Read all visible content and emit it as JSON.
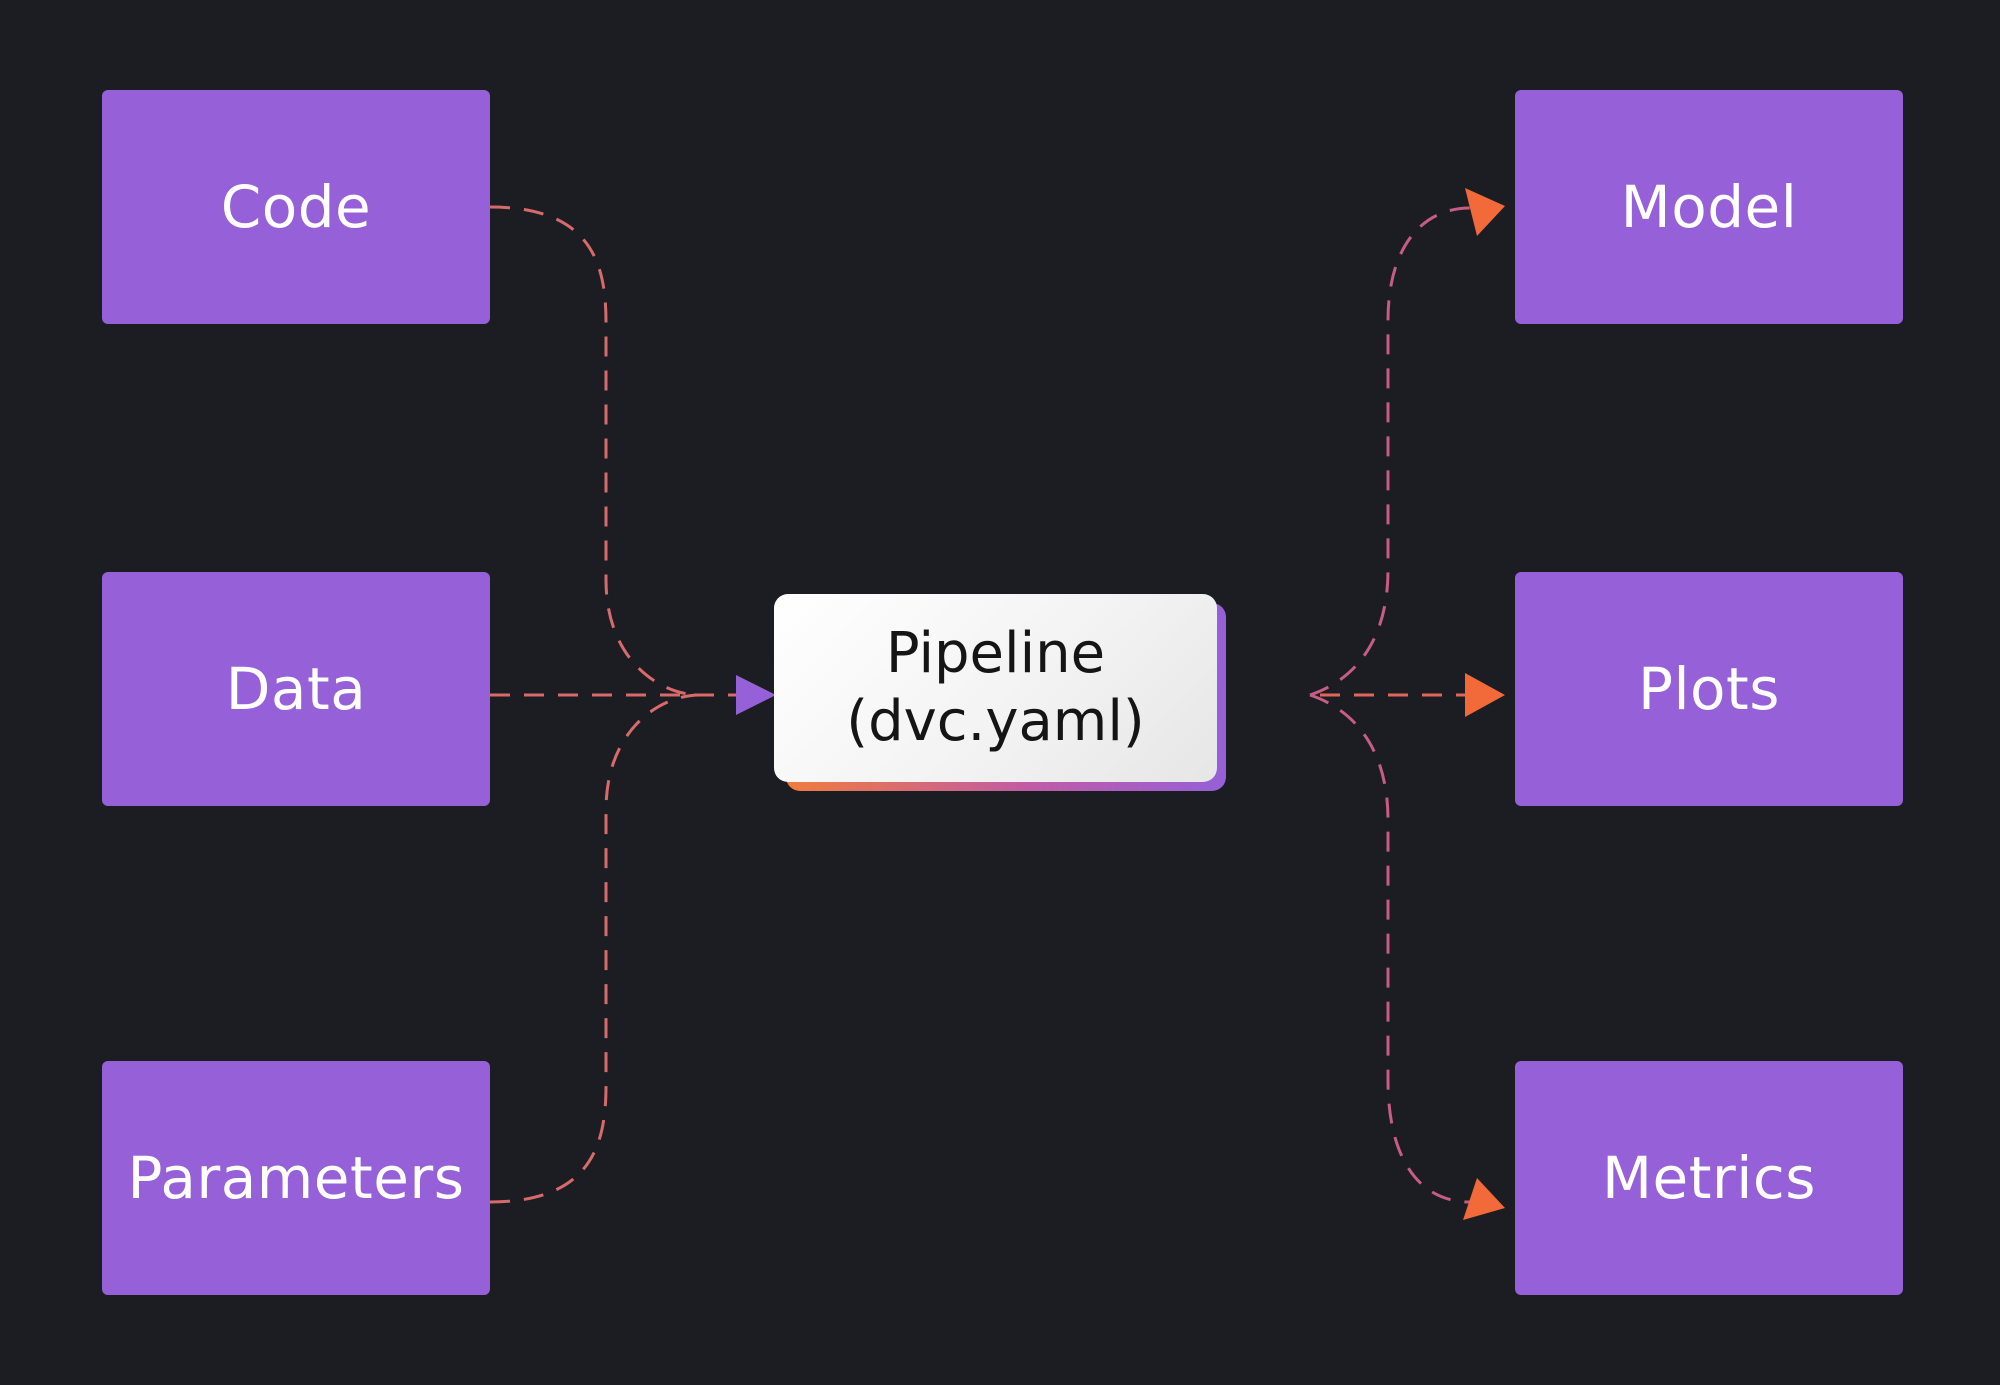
{
  "inputs": {
    "code": "Code",
    "data": "Data",
    "parameters": "Parameters"
  },
  "pipeline": {
    "line1": "Pipeline",
    "line2": "(dvc.yaml)"
  },
  "outputs": {
    "model": "Model",
    "plots": "Plots",
    "metrics": "Metrics"
  },
  "colors": {
    "background": "#1b1d22",
    "node_fill": "#9560d8",
    "node_text": "#ffffff",
    "pipeline_fill": "#f2f2f2",
    "input_edge": "#e06b5f",
    "output_edge": "#c75c84",
    "output_arrowhead": "#f2693a",
    "input_arrowhead": "#9560d8"
  },
  "edges": [
    {
      "from": "code",
      "to": "pipeline",
      "style": "dashed"
    },
    {
      "from": "data",
      "to": "pipeline",
      "style": "dashed"
    },
    {
      "from": "parameters",
      "to": "pipeline",
      "style": "dashed"
    },
    {
      "from": "pipeline",
      "to": "model",
      "style": "dashed"
    },
    {
      "from": "pipeline",
      "to": "plots",
      "style": "dashed"
    },
    {
      "from": "pipeline",
      "to": "metrics",
      "style": "dashed"
    }
  ]
}
